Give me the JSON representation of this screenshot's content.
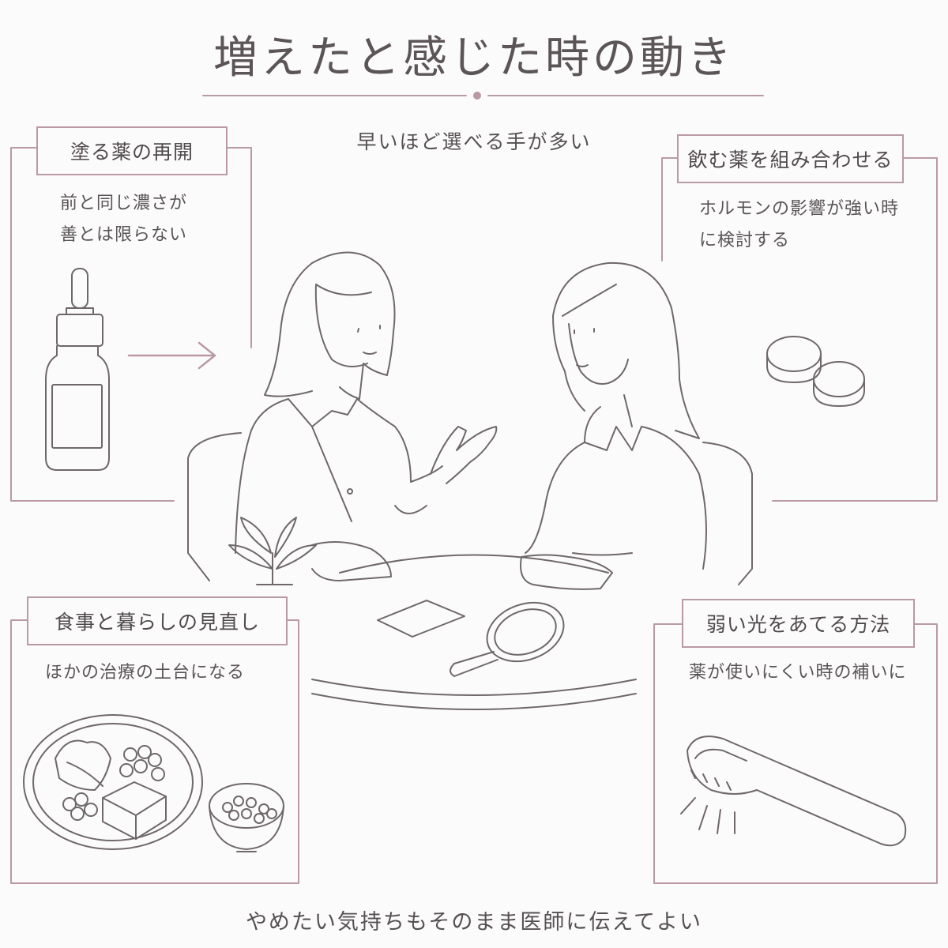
{
  "title": "増えたと感じた時の動き",
  "subtitle": "早いほど選べる手が多い",
  "footer": "やめたい気持ちもそのまま医師に伝えてよい",
  "colors": {
    "accent": "#b99aa3",
    "line": "#6f686a",
    "text": "#4f4a4c"
  },
  "panels": {
    "topical": {
      "label": "塗る薬の再開",
      "lines": [
        "前と同じ濃さが",
        "善とは限らない"
      ],
      "icon": "dropper-bottle-icon"
    },
    "oral": {
      "label": "飲む薬を組み合わせる",
      "lines": [
        "ホルモンの影響が強い時",
        "に検討する"
      ],
      "icon": "pills-icon"
    },
    "diet": {
      "label": "食事と暮らしの見直し",
      "lines": [
        "ほかの治療の土台になる"
      ],
      "icon": "food-plate-icon"
    },
    "light": {
      "label": "弱い光をあてる方法",
      "lines": [
        "薬が使いにくい時の補いに"
      ],
      "icon": "light-brush-icon"
    }
  }
}
